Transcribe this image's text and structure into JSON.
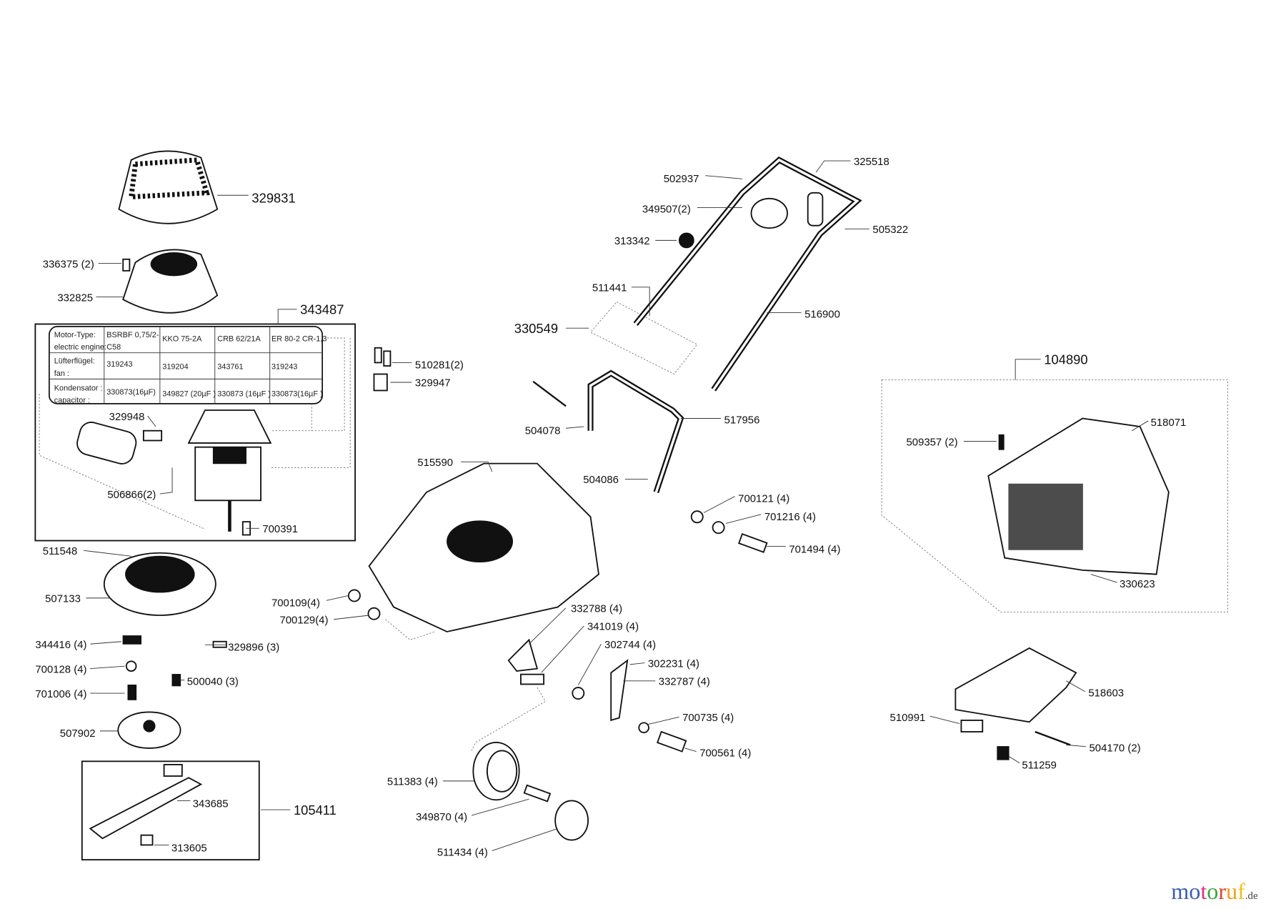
{
  "labels": {
    "p329831": "329831",
    "p336375": "336375 (2)",
    "p332825": "332825",
    "p343487": "343487",
    "p329948": "329948",
    "p506866": "506866(2)",
    "p700391": "700391",
    "p510281": "510281(2)",
    "p329947": "329947",
    "p511548": "511548",
    "p507133": "507133",
    "p344416": "344416 (4)",
    "p329896": "329896 (3)",
    "p700128": "700128 (4)",
    "p500040": "500040 (3)",
    "p701006": "701006 (4)",
    "p507902": "507902",
    "p343685": "343685",
    "p105411": "105411",
    "p313605": "313605",
    "p502937": "502937",
    "p325518": "325518",
    "p349507": "349507(2)",
    "p313342": "313342",
    "p505322": "505322",
    "p511441": "511441",
    "p516900": "516900",
    "p330549": "330549",
    "p104890": "104890",
    "p504078": "504078",
    "p517956": "517956",
    "p515590": "515590",
    "p504086": "504086",
    "p700121": "700121 (4)",
    "p701216": "701216 (4)",
    "p701494": "701494 (4)",
    "p509357": "509357 (2)",
    "p518071": "518071",
    "p330623": "330623",
    "p700109": "700109(4)",
    "p700129": "700129(4)",
    "p332788": "332788 (4)",
    "p341019": "341019 (4)",
    "p302744": "302744 (4)",
    "p302231": "302231 (4)",
    "p332787": "332787 (4)",
    "p700735": "700735 (4)",
    "p700561": "700561 (4)",
    "p518603": "518603",
    "p510991": "510991",
    "p504170": "504170 (2)",
    "p511259": "511259",
    "p511383": "511383 (4)",
    "p349870": "349870 (4)",
    "p511434": "511434 (4)"
  },
  "motor_table": {
    "rows": [
      {
        "h1": "Motor-Type:",
        "h2": "electric engine:",
        "c": [
          "BSRBF 0,75/2-",
          "KKO 75-2A",
          "CRB 62/21A",
          "ER 80-2 CR-1,3"
        ],
        "c2": "C58"
      },
      {
        "h1": "Lüfterflügel:",
        "h2": "fan :",
        "c": [
          "319243",
          "319204",
          "343761",
          "319243"
        ]
      },
      {
        "h1": "Kondensator :",
        "h2": "capacitor :",
        "c": [
          "330873(16µF)",
          "349827 (20µF )",
          "330873 (16µF )",
          "330873(16µF )"
        ]
      }
    ]
  },
  "logo": {
    "text": "motoruf",
    "suffix": ".de",
    "colors": [
      "#3b5fb0",
      "#3b5fb0",
      "#e0307a",
      "#3aa53a",
      "#e0442a",
      "#f0a020",
      "#f0c020"
    ]
  }
}
